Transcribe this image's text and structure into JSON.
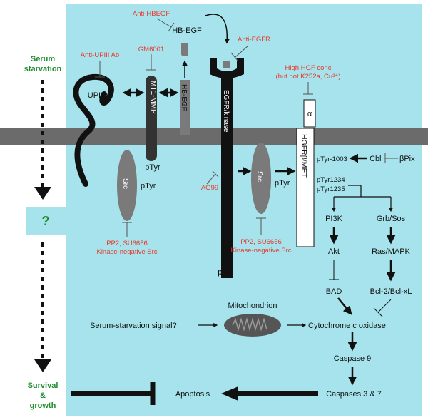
{
  "colors": {
    "background": "#a6e3ec",
    "membrane": "#6b6b6b",
    "black": "#111111",
    "red_text": "#e8392c",
    "green_text": "#1e8e2e",
    "grey_shape": "#7a7a7a"
  },
  "left_panel": {
    "serum_starvation": [
      "Serum",
      "starvation"
    ],
    "question": "?",
    "survival_growth": [
      "Survival",
      "&",
      "growth"
    ]
  },
  "inhibitors": {
    "anti_upiii": "Anti-UPIII Ab",
    "gm6001": "GM6001",
    "anti_hbegf": "Anti-HBEGF",
    "anti_egfr": "Anti-EGFR",
    "high_hgf": [
      "High HGF conc",
      "(but not K252a, Cu²⁺)"
    ],
    "ag99": "AG99",
    "pp2_left": [
      "PP2, SU6656",
      "Kinase-negative Src"
    ],
    "pp2_right": [
      "PP2, SU6656",
      "Kinase-negative Src"
    ]
  },
  "molecules": {
    "upiii": "UPIII",
    "mt1mmp": "MT1-MMP",
    "hb_egf_top": "HB-EGF",
    "hb_egf_vertical": "HB-EGF",
    "egfr_kinase": "EGFR/kinase",
    "hgfr_met": "HGFRβ/MET",
    "alpha": "α",
    "src_left": "Src",
    "src_right": "Src",
    "ptyr_mt1": "pTyr",
    "ptyr_src_left": "pTyr",
    "ptyr_egfr": "pTyr",
    "ptyr_src_right": "pTyr",
    "ptyr_1003": "pTyr-1003",
    "ptyr_1234": "pTyr1234",
    "ptyr_1235": "pTyr1235",
    "cbl": "Cbl",
    "bpix": "βPix"
  },
  "pathway": {
    "pi3k": "PI3K",
    "grb_sos": "Grb/Sos",
    "akt": "Akt",
    "ras_mapk": "Ras/MAPK",
    "bad": "BAD",
    "bcl": "Bcl-2/Bcl-xL",
    "mitochondrion": "Mitochondrion",
    "serum_signal": "Serum-starvation signal?",
    "cyt_c": "Cytochrome c oxidase",
    "caspase9": "Caspase 9",
    "caspase37": "Caspases 3 & 7",
    "apoptosis": "Apoptosis"
  }
}
